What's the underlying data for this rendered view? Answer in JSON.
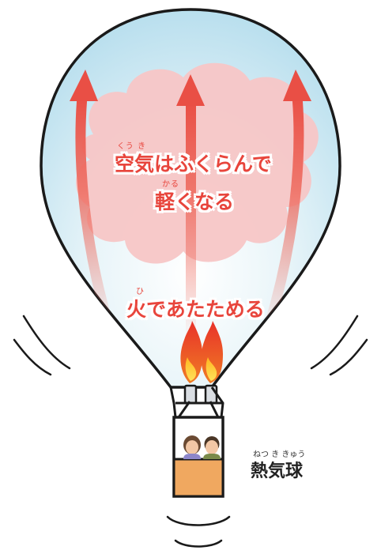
{
  "diagram": {
    "top_text": {
      "ruby": "くう き",
      "line1": "空気はふくらんで",
      "ruby2": "かる",
      "line2": "軽くなる"
    },
    "fire_text": {
      "ruby": "ひ",
      "text": "火であたためる"
    },
    "label": {
      "ruby": "ねつ き きゅう",
      "text": "熱気球"
    },
    "colors": {
      "accent": "#e8453c",
      "sky": "#c9e8f2",
      "cloud": "#f6c8c8",
      "basket": "#f0a860"
    }
  }
}
